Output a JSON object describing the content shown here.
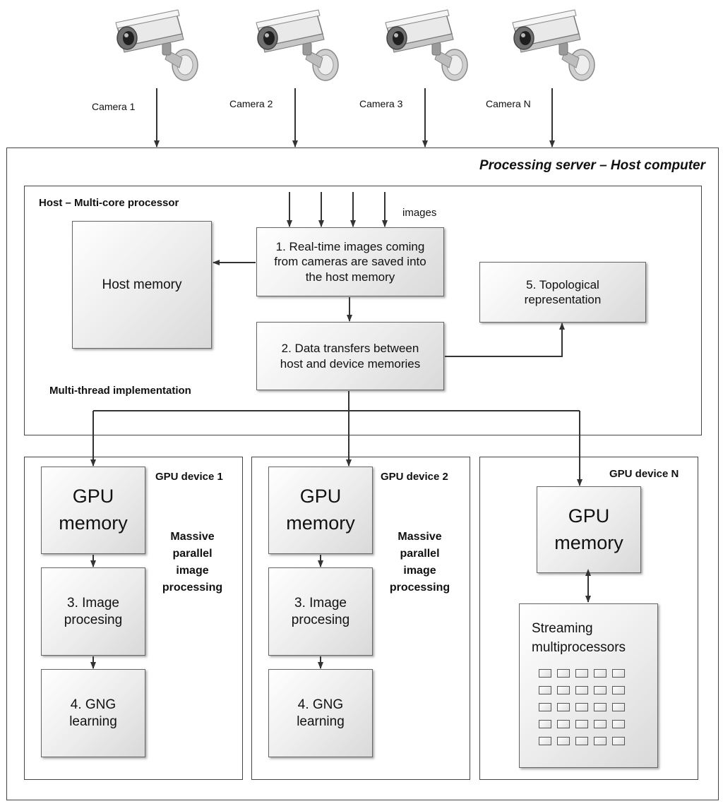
{
  "cameras": [
    {
      "label": "Camera 1",
      "icon": "security-camera-icon"
    },
    {
      "label": "Camera 2",
      "icon": "security-camera-icon"
    },
    {
      "label": "Camera 3",
      "icon": "security-camera-icon"
    },
    {
      "label": "Camera N",
      "icon": "security-camera-icon"
    }
  ],
  "server": {
    "title": "Processing server – Host computer"
  },
  "host": {
    "title": "Host – Multi-core processor",
    "images_label": "images",
    "memory_label": "Host memory",
    "step1": "1. Real-time images coming\nfrom cameras are saved into\nthe host memory",
    "step2": "2. Data transfers between\nhost and device memories",
    "step5": "5. Topological\nrepresentation",
    "multithread_label": "Multi-thread implementation"
  },
  "gpu_devices": [
    {
      "title": "GPU device 1",
      "memory_label": "GPU\nmemory",
      "parallel_label": "Massive\nparallel\nimage\nprocessing",
      "step3": "3. Image\nprocesing",
      "step4": "4. GNG\nlearning"
    },
    {
      "title": "GPU device 2",
      "memory_label": "GPU\nmemory",
      "parallel_label": "Massive\nparallel\nimage\nprocessing",
      "step3": "3. Image\nprocesing",
      "step4": "4. GNG\nlearning"
    },
    {
      "title": "GPU device N",
      "memory_label": "GPU\nmemory",
      "streaming_label": "Streaming\nmultiprocessors",
      "grid": {
        "rows": 5,
        "cols": 5
      }
    }
  ],
  "colors": {
    "box_fill_light": "#ffffff",
    "box_fill_dark": "#d9d9d9",
    "line": "#333333"
  }
}
